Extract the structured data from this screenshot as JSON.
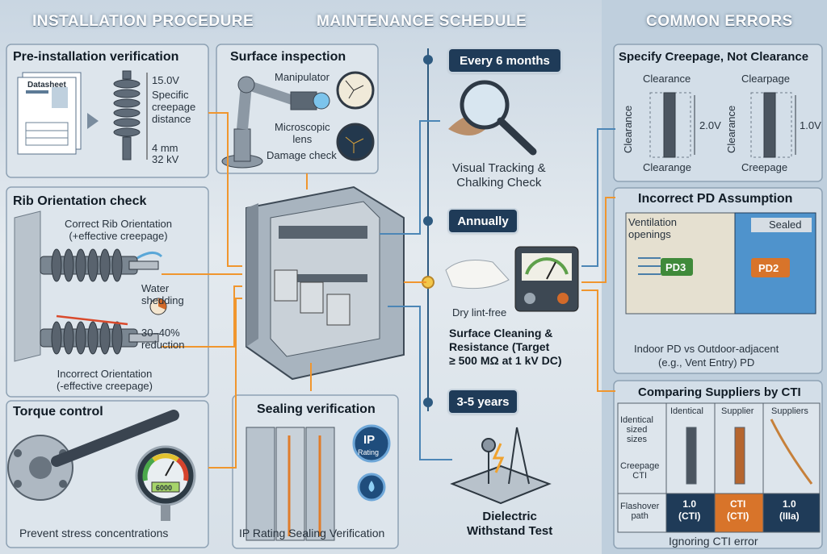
{
  "headers": {
    "installation": "INSTALLATION PROCEDURE",
    "maintenance": "MAINTENANCE SCHEDULE",
    "errors": "COMMON ERRORS"
  },
  "install": {
    "pre_title": "Pre-installation verification",
    "datasheet": "Datasheet",
    "voltage": "15.0V",
    "creepage": "Specific\ncreepage\ndistance",
    "dim1": "4 mm",
    "dim2": "32 kV",
    "rib_title": "Rib Orientation check",
    "correct": "Correct Rib Orientation\n(+effective creepage)",
    "water": "Water\nshedding",
    "reduction": "30–40%\nreduction",
    "incorrect": "Incorrect Orientation\n(-effective creepage)",
    "torque_title": "Torque control",
    "gauge_value": "6000",
    "stress": "Prevent stress concentrations"
  },
  "maint": {
    "surface_title": "Surface inspection",
    "manipulator": "Manipulator",
    "lens": "Microscopic\nlens",
    "damage": "Damage check",
    "sealing_title": "Sealing verification",
    "ip": "IP",
    "rating": "Rating",
    "ip_caption": "IP Rating Sealing Verification",
    "every6": "Every 6 months",
    "visual": "Visual Tracking &\nChalking Check",
    "annually": "Annually",
    "dry": "Dry lint-free",
    "cleaning": "Surface Cleaning &\nResistance (Target\n≥ 500 MΩ at 1 kV DC)",
    "years": "3-5 years",
    "dielectric": "Dielectric\nWithstand Test"
  },
  "errors": {
    "creep_title": "Specify Creepage, Not Clearance",
    "clearance": "Clearance",
    "clearpage": "Clearpage",
    "clearance_side": "Clearance",
    "clearance_side2": "Clearance",
    "v1": "2.0V",
    "v2": "1.0V",
    "clearange": "Clearange",
    "creepage": "Creepage",
    "pd_title": "Incorrect PD Assumption",
    "ventilation": "Ventilation\nopenings",
    "sealed": "Sealed",
    "pd3": "PD3",
    "pd2": "PD2",
    "pd_caption": "Indoor PD vs Outdoor-adjacent\n(e.g., Vent Entry) PD",
    "cti_title": "Comparing Suppliers by CTI",
    "col1": "Identical",
    "col2": "Supplier",
    "col3": "Suppliers",
    "row1": "Identical\nsized\nsizes",
    "row2": "Creepage\nCTI",
    "row3": "Flashover\npath",
    "v_1": "1.0\n(CTI)",
    "v_2": "CTI\n(CTI)",
    "v_3": "1.0\n(IIIa)",
    "cti_caption": "Ignoring CTI error"
  },
  "colors": {
    "navy": "#1f3b58",
    "orange": "#f0962e",
    "pd3": "#3f8a3a",
    "pd2": "#d8742a"
  }
}
